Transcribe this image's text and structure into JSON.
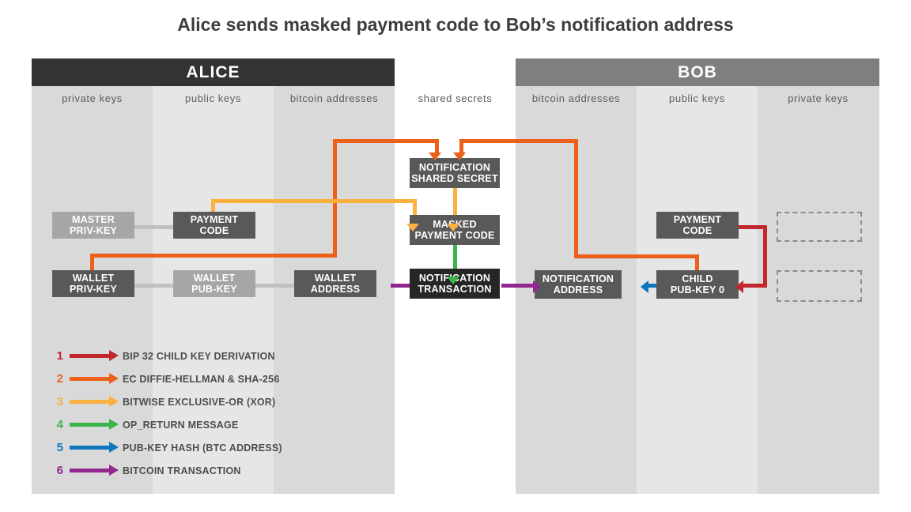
{
  "title": "Alice sends masked payment code to Bob’s notification address",
  "parties": {
    "alice": "ALICE",
    "bob": "BOB"
  },
  "columns": [
    {
      "id": "alice-private-keys",
      "label": "private keys"
    },
    {
      "id": "alice-public-keys",
      "label": "public keys"
    },
    {
      "id": "alice-bitcoin-addresses",
      "label": "bitcoin addresses"
    },
    {
      "id": "shared-secrets",
      "label": "shared secrets"
    },
    {
      "id": "bob-bitcoin-addresses",
      "label": "bitcoin addresses"
    },
    {
      "id": "bob-public-keys",
      "label": "public keys"
    },
    {
      "id": "bob-private-keys",
      "label": "private keys"
    }
  ],
  "nodes": {
    "alice_master_priv_key": {
      "line1": "MASTER",
      "line2": "PRIV-KEY"
    },
    "alice_payment_code": {
      "line1": "PAYMENT",
      "line2": "CODE"
    },
    "alice_wallet_priv_key": {
      "line1": "WALLET",
      "line2": "PRIV-KEY"
    },
    "alice_wallet_pub_key": {
      "line1": "WALLET",
      "line2": "PUB-KEY"
    },
    "alice_wallet_address": {
      "line1": "WALLET",
      "line2": "ADDRESS"
    },
    "notification_shared_secret": {
      "line1": "NOTIFICATION",
      "line2": "SHARED SECRET"
    },
    "masked_payment_code": {
      "line1": "MASKED",
      "line2": "PAYMENT CODE"
    },
    "notification_transaction": {
      "line1": "NOTIFICATION",
      "line2": "TRANSACTION"
    },
    "bob_notification_address": {
      "line1": "NOTIFICATION",
      "line2": "ADDRESS"
    },
    "bob_payment_code": {
      "line1": "PAYMENT",
      "line2": "CODE"
    },
    "bob_child_pub_key_0": {
      "line1": "CHILD",
      "line2": "PUB-KEY  0"
    },
    "bob_ghost_top": {
      "line1": "",
      "line2": ""
    },
    "bob_ghost_bottom": {
      "line1": "",
      "line2": ""
    }
  },
  "legend": [
    {
      "num": "1",
      "label": "BIP 32 CHILD KEY DERIVATION",
      "color": "#c1272d"
    },
    {
      "num": "2",
      "label": "EC DIFFIE-HELLMAN & SHA-256",
      "color": "#ec6019"
    },
    {
      "num": "3",
      "label": "BITWISE EXCLUSIVE-OR (XOR)",
      "color": "#fbb040"
    },
    {
      "num": "4",
      "label": "OP_RETURN MESSAGE",
      "color": "#39b54a"
    },
    {
      "num": "5",
      "label": "PUB-KEY HASH (BTC ADDRESS)",
      "color": "#0e76bc"
    },
    {
      "num": "6",
      "label": "BITCOIN TRANSACTION",
      "color": "#92278f"
    }
  ],
  "colors": {
    "header_alice": "#333333",
    "header_bob": "#7f7f7f",
    "node_dark": "#595959",
    "node_light": "#a6a6a6",
    "node_black": "#262626",
    "column_a": "#d9d9d9",
    "column_b": "#e6e6e6",
    "column_shared": "#ffffff"
  }
}
